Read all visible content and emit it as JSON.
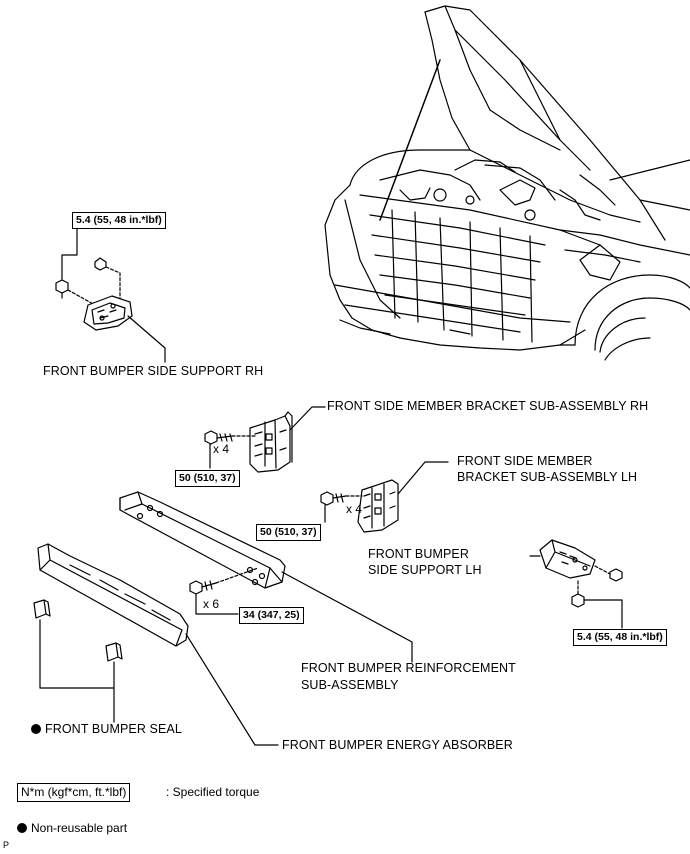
{
  "labels": {
    "side_support_rh": "FRONT BUMPER SIDE SUPPORT RH",
    "side_member_rh": "FRONT SIDE MEMBER BRACKET SUB-ASSEMBLY RH",
    "side_member_lh_line1": "FRONT SIDE MEMBER",
    "side_member_lh_line2": "BRACKET SUB-ASSEMBLY LH",
    "side_support_lh_line1": "FRONT BUMPER",
    "side_support_lh_line2": "SIDE SUPPORT LH",
    "reinforcement_line1": "FRONT BUMPER REINFORCEMENT",
    "reinforcement_line2": "SUB-ASSEMBLY",
    "seal": "FRONT BUMPER SEAL",
    "energy_absorber": "FRONT BUMPER ENERGY ABSORBER"
  },
  "torques": {
    "side_support_rh": "5.4 (55, 48 in.*lbf)",
    "side_member_rh": "50 (510, 37)",
    "side_member_lh": "50 (510, 37)",
    "reinforcement": "34 (347, 25)",
    "side_support_lh": "5.4 (55, 48 in.*lbf)"
  },
  "quantities": {
    "side_member_rh": "x 4",
    "side_member_lh": "x 4",
    "reinforcement": "x 6"
  },
  "legend": {
    "torque_box": "N*m (kgf*cm, ft.*lbf)",
    "torque_text": ": Specified torque",
    "nonreusable": "Non-reusable part"
  },
  "corner_mark": "P",
  "icons": [
    "bolt-icon",
    "non-reusable-dot-icon"
  ]
}
